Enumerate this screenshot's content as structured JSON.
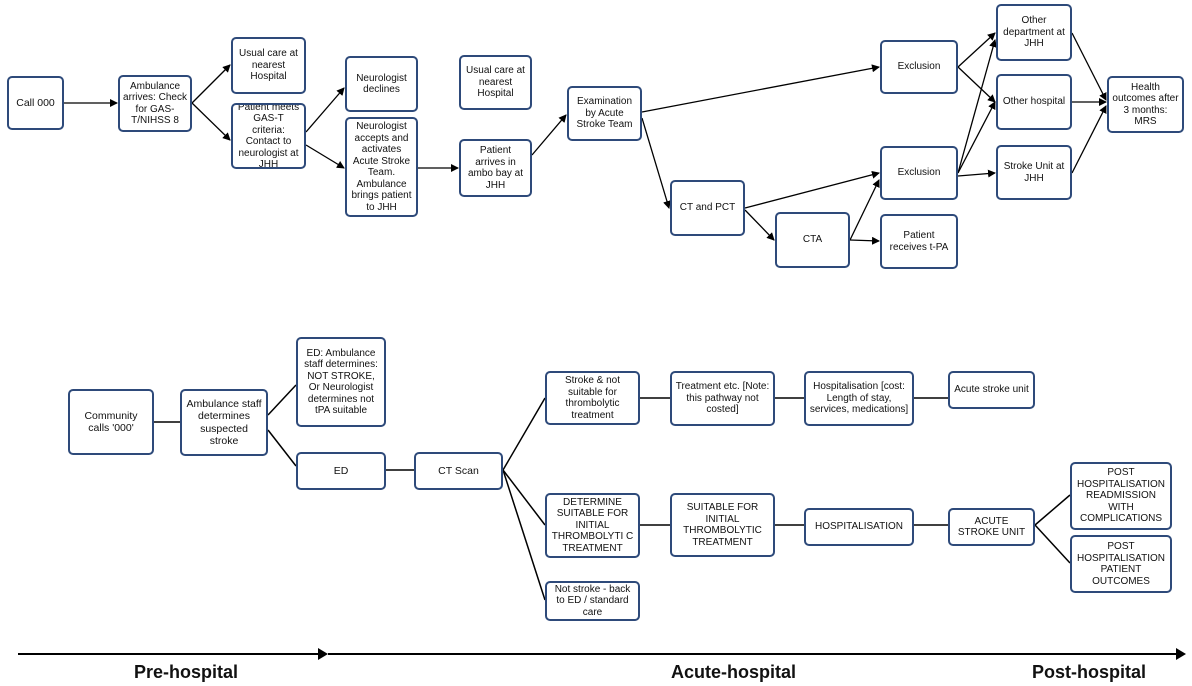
{
  "top_flow": {
    "call_000": "Call 000",
    "ambulance_check": "Ambulance arrives: Check for GAS-T/NIHSS 8",
    "usual_care_1": "Usual care at nearest Hospital",
    "gast_criteria": "Patient meets GAS-T criteria: Contact to neurologist at JHH",
    "neuro_declines": "Neurologist declines",
    "neuro_accepts": "Neurologist accepts and activates Acute Stroke Team. Ambulance brings patient to JHH",
    "usual_care_2": "Usual care at nearest Hospital",
    "ambo_bay": "Patient arrives in ambo bay at JHH",
    "exam_ast": "Examination by Acute Stroke Team",
    "exclusion_1": "Exclusion",
    "ct_pct": "CT and PCT",
    "exclusion_2": "Exclusion",
    "cta": "CTA",
    "tpa": "Patient receives t-PA",
    "other_dept": "Other department at JHH",
    "other_hospital": "Other hospital",
    "stroke_unit_jhh": "Stroke Unit at JHH",
    "health_outcomes": "Health outcomes after 3 months: MRS"
  },
  "bottom_flow": {
    "community_calls": "Community calls '000'",
    "ambulance_staff": "Ambulance staff determines suspected stroke",
    "ed_not_stroke": "ED: Ambulance staff determines: NOT STROKE, Or Neurologist determines not tPA suitable",
    "ed": "ED",
    "ct_scan": "CT Scan",
    "stroke_not_suitable": "Stroke & not suitable for thrombolytic treatment",
    "treatment_etc": "Treatment etc. [Note: this pathway not costed]",
    "hosp_cost": "Hospitalisation [cost: Length of stay, services, medications]",
    "acute_stroke_unit": "Acute stroke unit",
    "determine_suitable": "DETERMINE SUITABLE FOR INITIAL THROMBOLYTI C TREATMENT",
    "suitable_initial": "SUITABLE FOR INITIAL THROMBOLYTIC TREATMENT",
    "hospitalisation": "HOSPITALISATION",
    "acute_stroke_unit_caps": "ACUTE STROKE UNIT",
    "post_readmission": "POST HOSPITALISATION READMISSION WITH COMPLICATIONS",
    "post_outcomes": "POST HOSPITALISATION PATIENT OUTCOMES",
    "not_stroke": "Not stroke - back to ED / standard care"
  },
  "phases": {
    "pre": "Pre-hospital",
    "acute": "Acute-hospital",
    "post": "Post-hospital"
  },
  "colors": {
    "box_border": "#2e4a7a",
    "line": "#000000"
  }
}
